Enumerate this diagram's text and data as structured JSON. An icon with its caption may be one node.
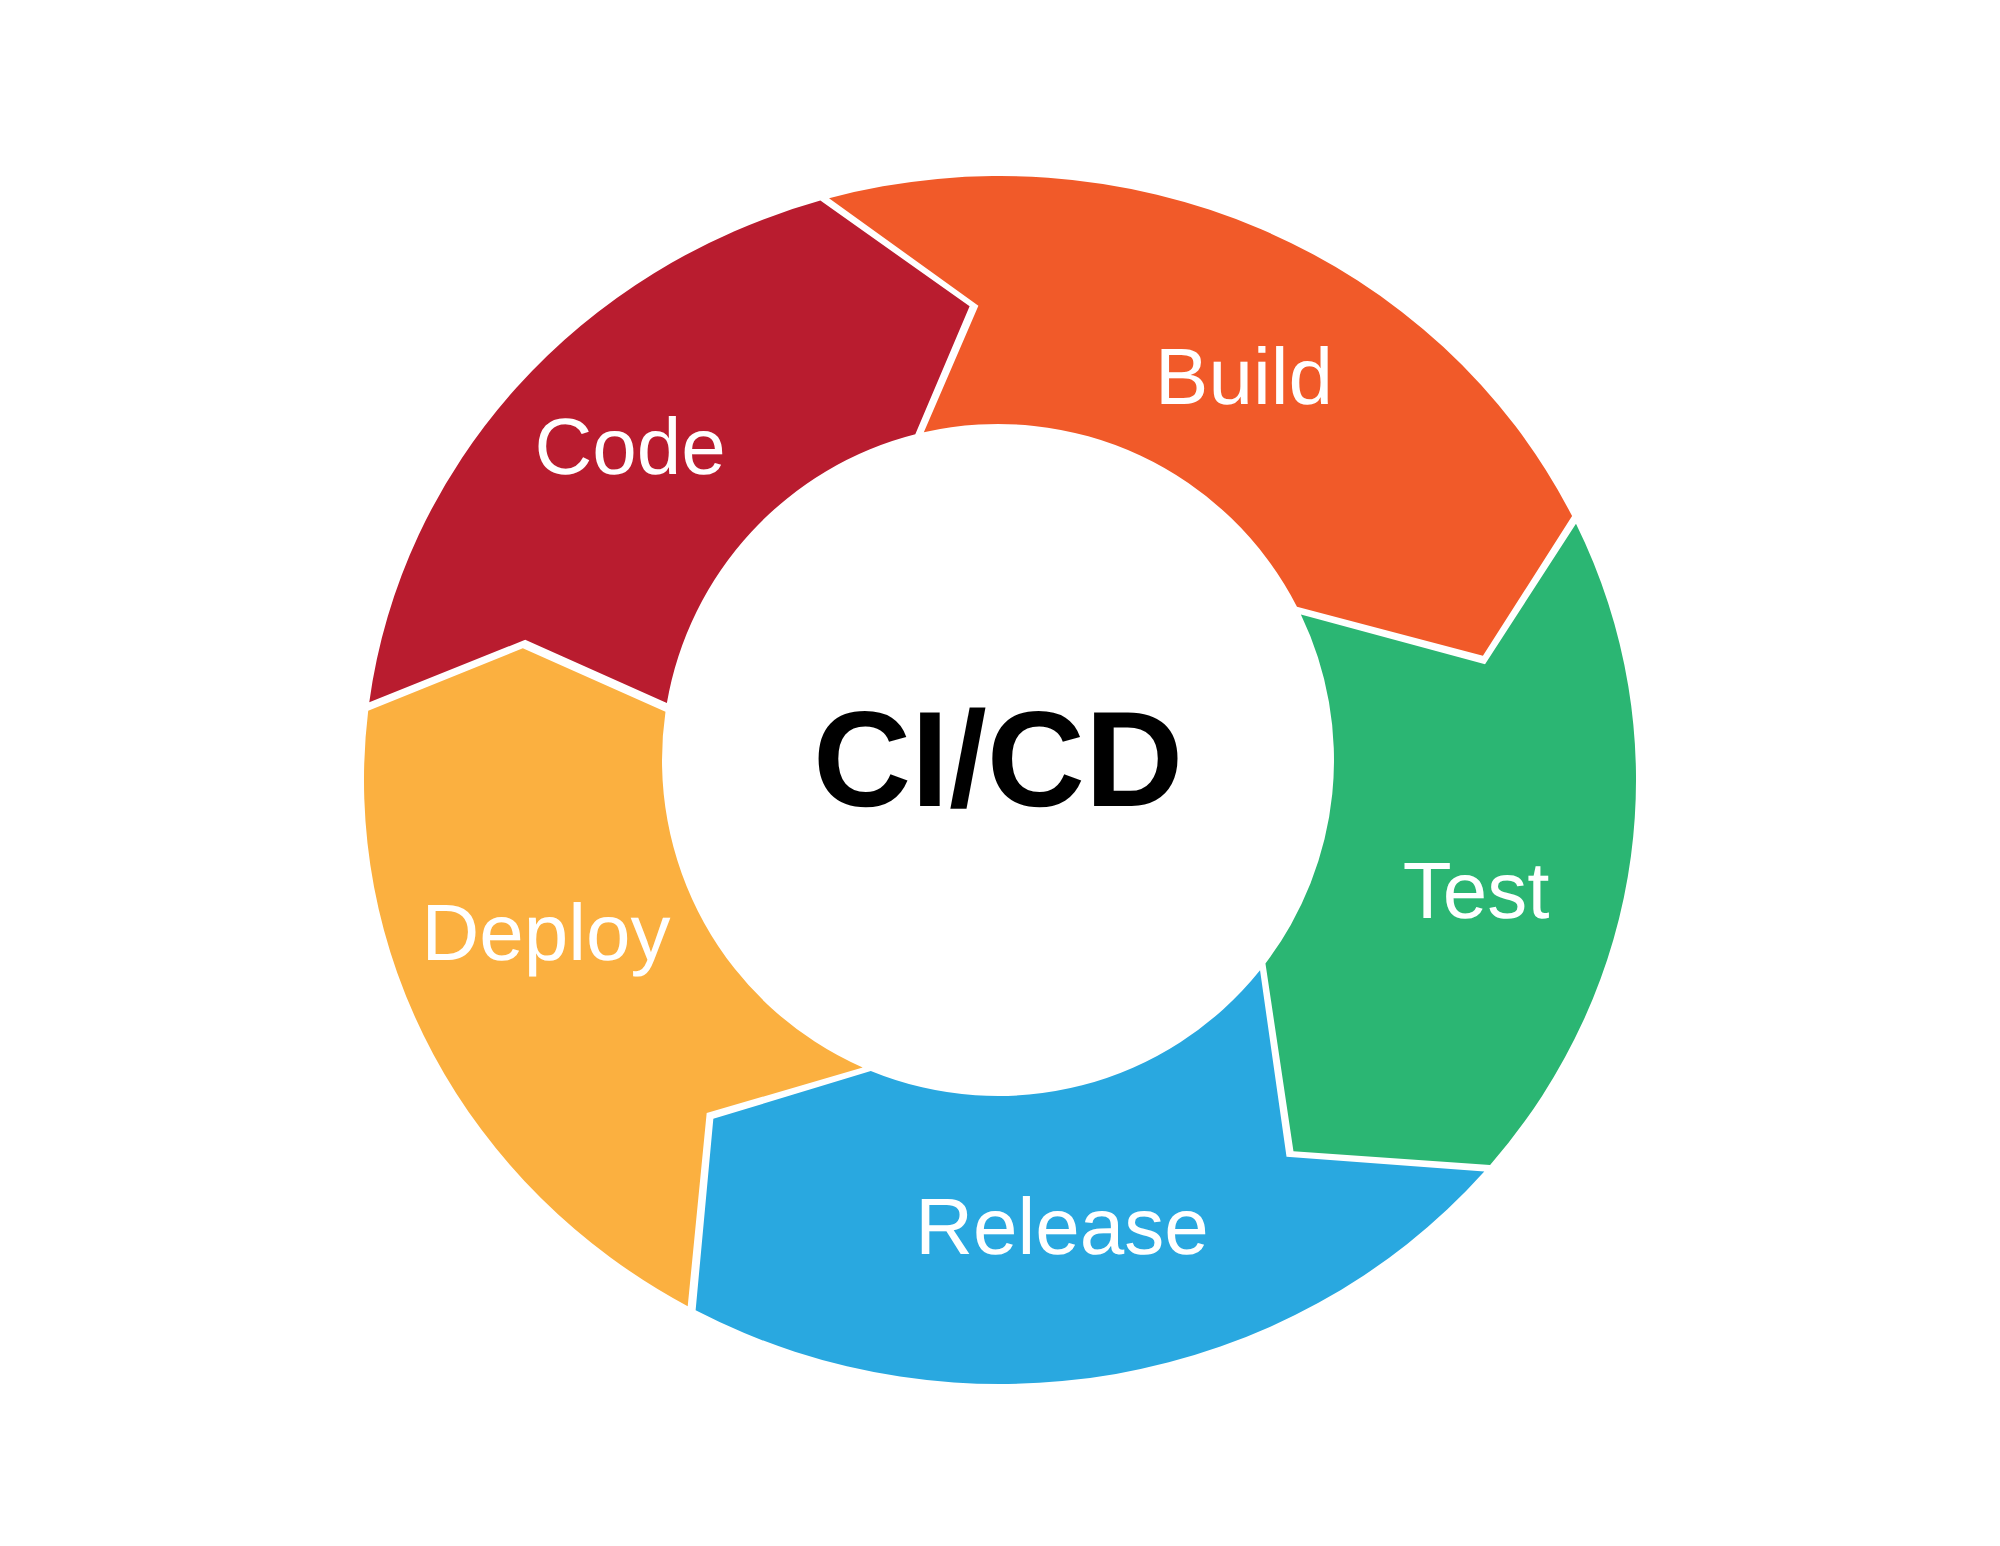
{
  "diagram": {
    "nodes": [
      {
        "text": [
          "CI/CD"
        ]
      },
      {
        "text": [
          "Code"
        ]
      },
      {
        "text": [
          "Build"
        ]
      },
      {
        "text": [
          "Test"
        ]
      },
      {
        "text": [
          "Release"
        ]
      },
      {
        "text": [
          "Deploy"
        ]
      }
    ]
  }
}
